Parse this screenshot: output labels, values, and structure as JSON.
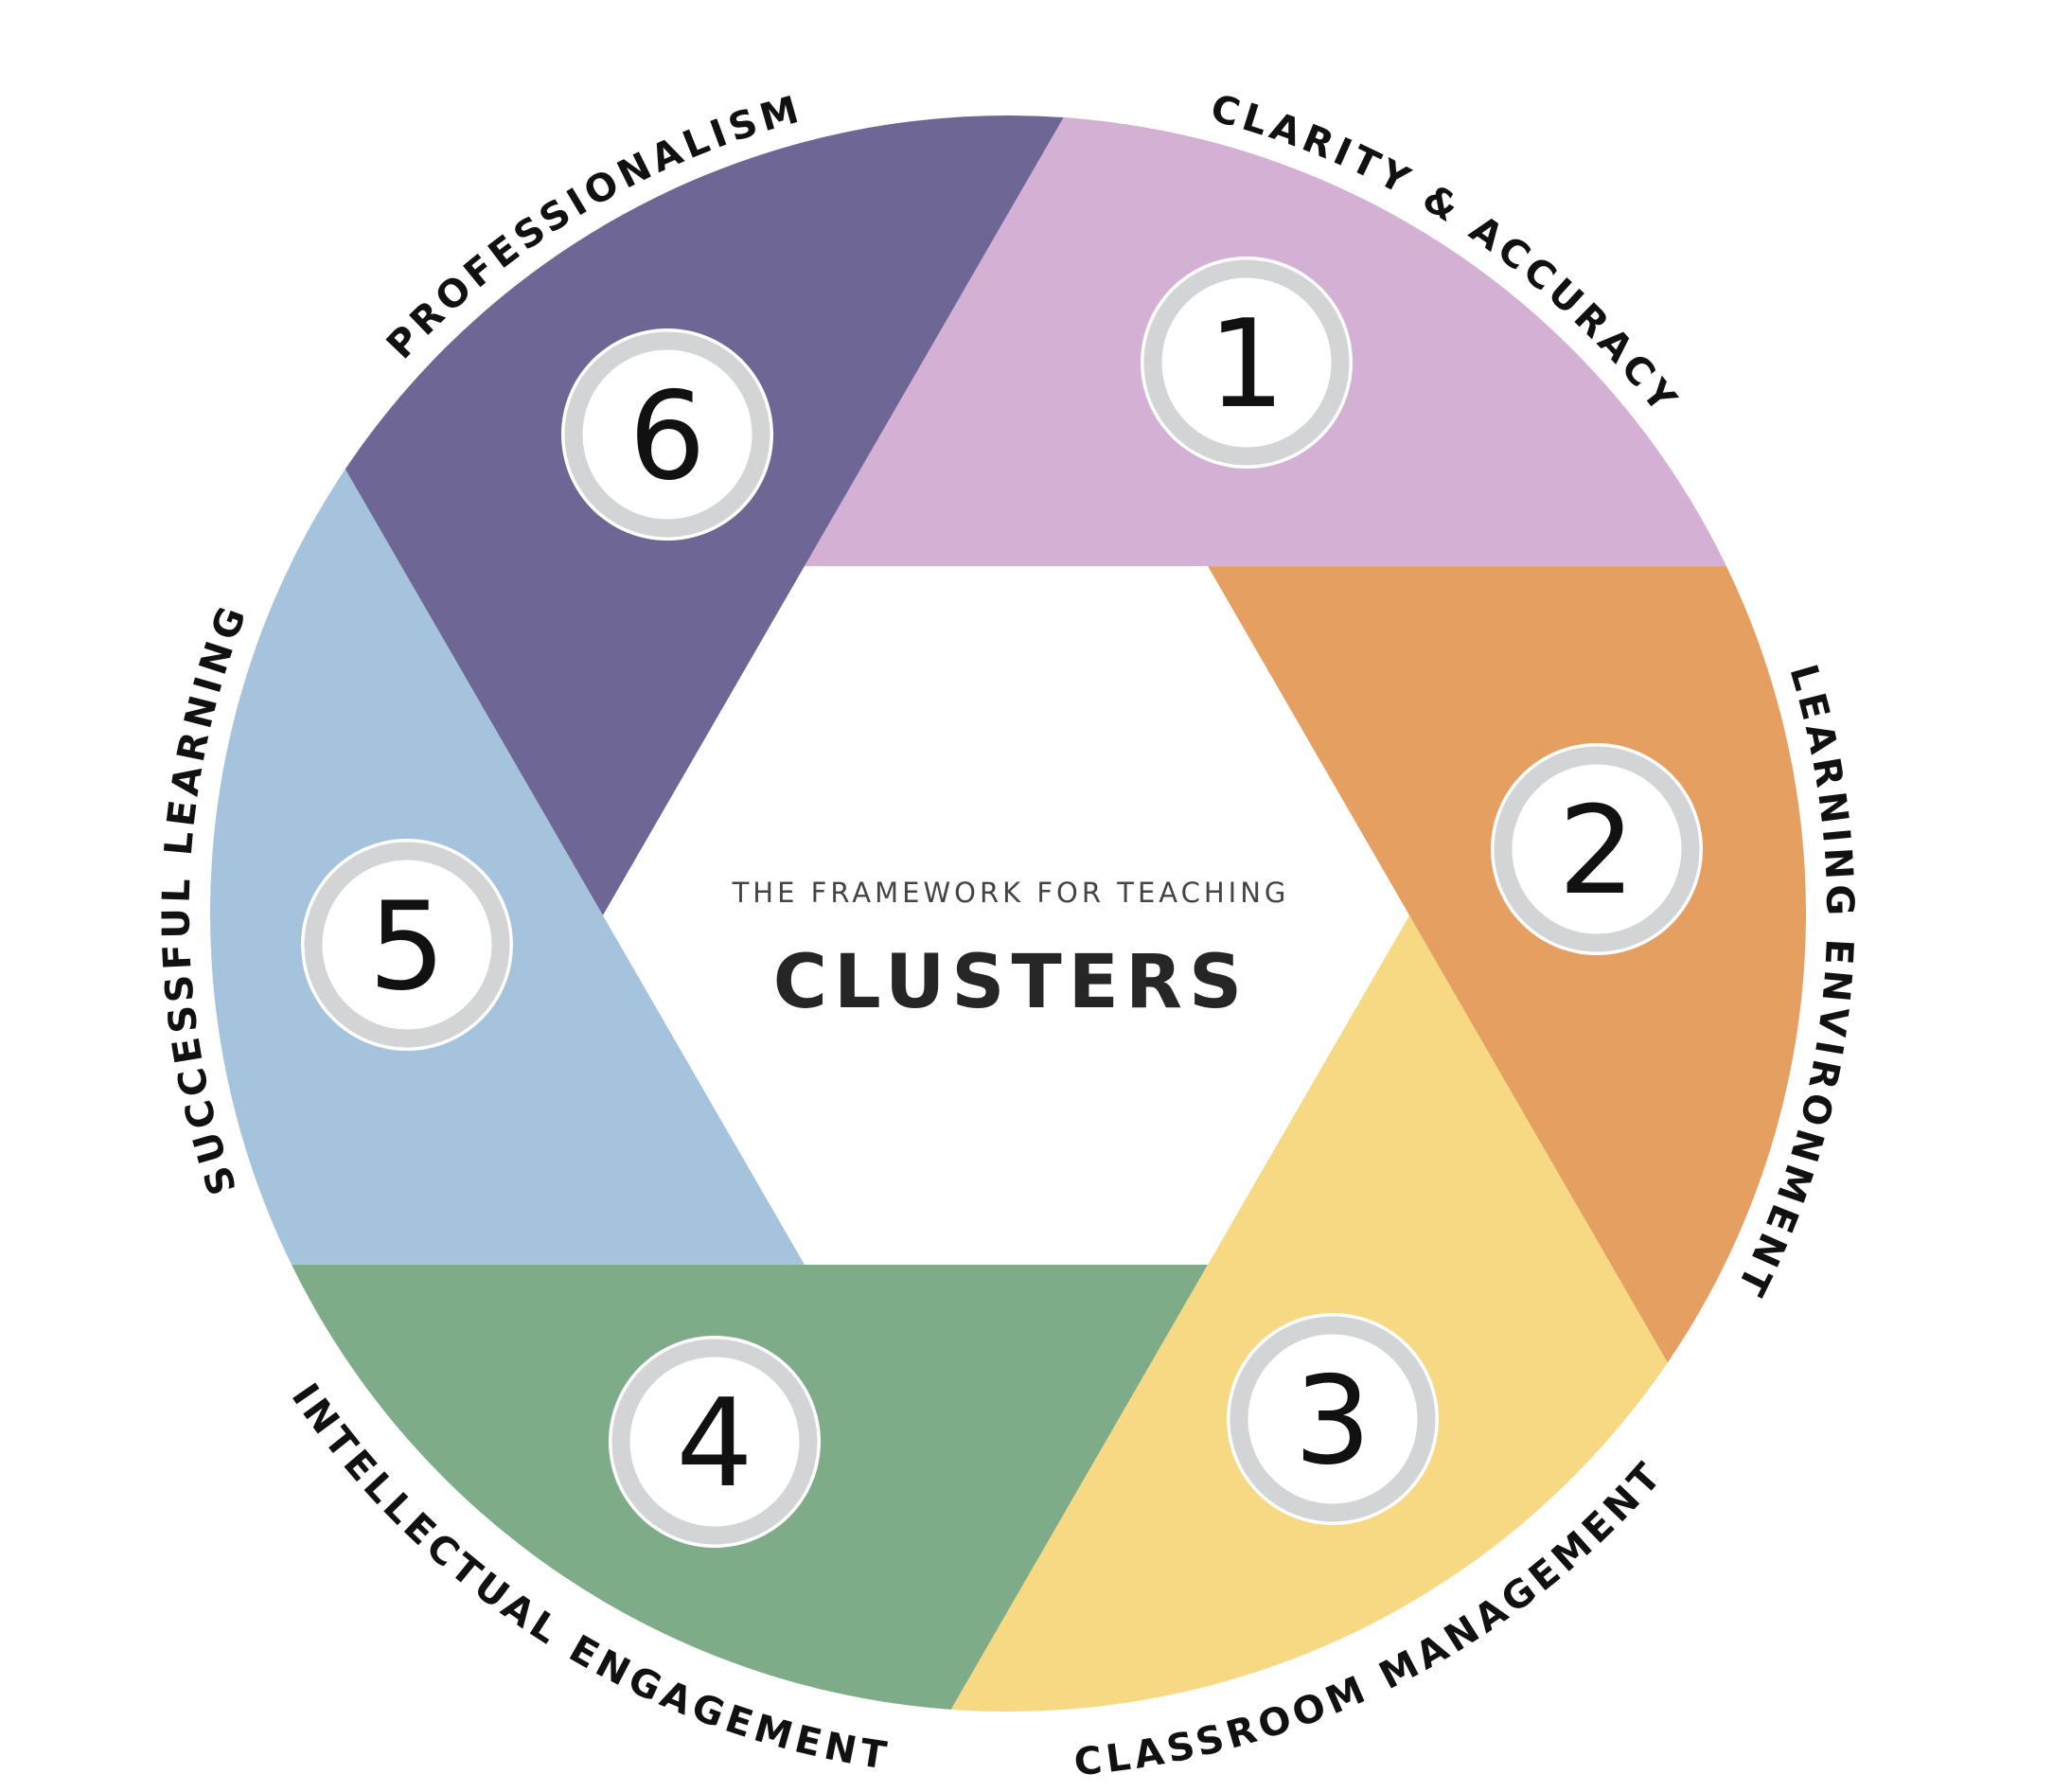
{
  "center": {
    "subtitle": "THE FRAMEWORK FOR TEACHING",
    "title": "CLUSTERS"
  },
  "clusters": [
    {
      "number": "1",
      "label": "CLARITY & ACCURACY",
      "color": "#d5b0d5"
    },
    {
      "number": "2",
      "label": "LEARNING ENVIRONMENT",
      "color": "#e59f60"
    },
    {
      "number": "3",
      "label": "CLASSROOM MANAGEMENT",
      "color": "#f7d883"
    },
    {
      "number": "4",
      "label": "INTELLECTUAL ENGAGEMENT",
      "color": "#7fac88"
    },
    {
      "number": "5",
      "label": "SUCCESSFUL LEARNING",
      "color": "#a5c3dc"
    },
    {
      "number": "6",
      "label": "PROFESSIONALISM",
      "color": "#6e6694"
    }
  ]
}
